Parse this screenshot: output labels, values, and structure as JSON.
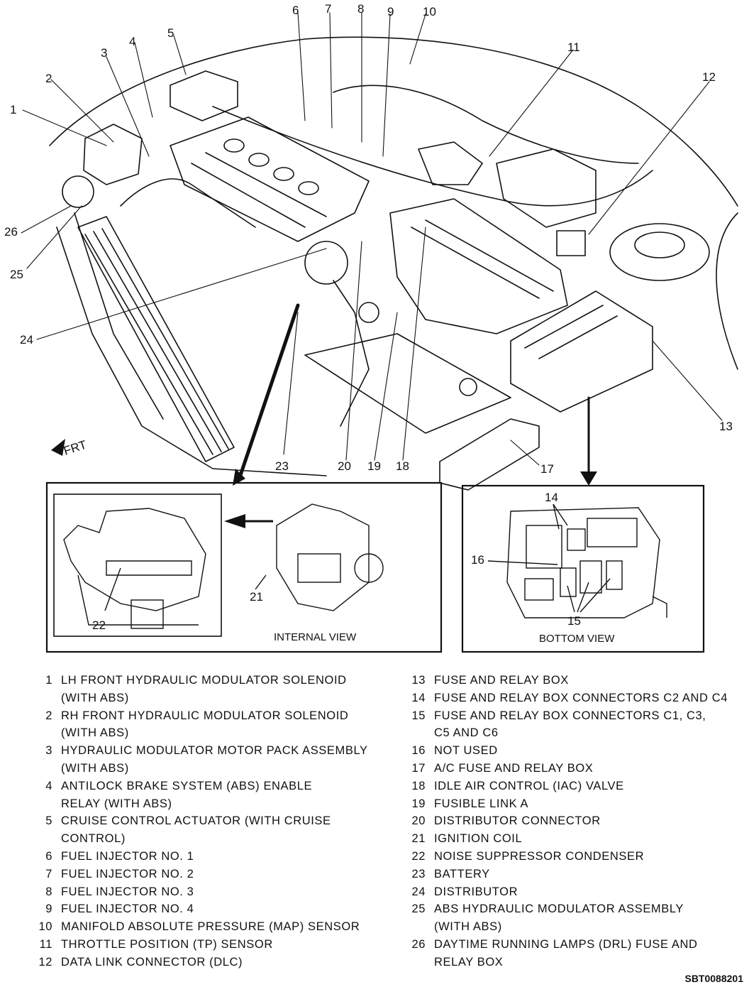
{
  "direction_label": "FRT",
  "callouts": [
    "1",
    "2",
    "3",
    "4",
    "5",
    "6",
    "7",
    "8",
    "9",
    "10",
    "11",
    "12",
    "13",
    "14",
    "15",
    "16",
    "17",
    "18",
    "19",
    "20",
    "21",
    "22",
    "23",
    "24",
    "25",
    "26"
  ],
  "insets": {
    "left": {
      "caption": "INTERNAL VIEW",
      "callouts": [
        "21",
        "22"
      ]
    },
    "right": {
      "caption": "BOTTOM VIEW",
      "callouts": [
        "14",
        "15",
        "16"
      ]
    }
  },
  "legend_left": [
    {
      "num": "1",
      "text": "LH FRONT HYDRAULIC MODULATOR SOLENOID\n(WITH ABS)"
    },
    {
      "num": "2",
      "text": "RH FRONT HYDRAULIC MODULATOR SOLENOID\n(WITH ABS)"
    },
    {
      "num": "3",
      "text": "HYDRAULIC MODULATOR MOTOR PACK ASSEMBLY\n(WITH ABS)"
    },
    {
      "num": "4",
      "text": "ANTILOCK BRAKE SYSTEM (ABS) ENABLE\nRELAY (WITH ABS)"
    },
    {
      "num": "5",
      "text": "CRUISE CONTROL ACTUATOR (WITH CRUISE\nCONTROL)"
    },
    {
      "num": "6",
      "text": "FUEL INJECTOR NO. 1"
    },
    {
      "num": "7",
      "text": "FUEL INJECTOR NO. 2"
    },
    {
      "num": "8",
      "text": "FUEL INJECTOR NO. 3"
    },
    {
      "num": "9",
      "text": "FUEL INJECTOR NO. 4"
    },
    {
      "num": "10",
      "text": "MANIFOLD ABSOLUTE PRESSURE (MAP) SENSOR"
    },
    {
      "num": "11",
      "text": "THROTTLE POSITION (TP) SENSOR"
    },
    {
      "num": "12",
      "text": "DATA LINK CONNECTOR (DLC)"
    }
  ],
  "legend_right": [
    {
      "num": "13",
      "text": "FUSE AND RELAY BOX"
    },
    {
      "num": "14",
      "text": "FUSE AND RELAY BOX CONNECTORS C2 AND C4"
    },
    {
      "num": "15",
      "text": "FUSE AND RELAY BOX CONNECTORS C1, C3,\nC5 AND C6"
    },
    {
      "num": "16",
      "text": "NOT USED"
    },
    {
      "num": "17",
      "text": "A/C FUSE AND RELAY BOX"
    },
    {
      "num": "18",
      "text": "IDLE AIR CONTROL (IAC) VALVE"
    },
    {
      "num": "19",
      "text": "FUSIBLE LINK A"
    },
    {
      "num": "20",
      "text": "DISTRIBUTOR CONNECTOR"
    },
    {
      "num": "21",
      "text": "IGNITION COIL"
    },
    {
      "num": "22",
      "text": "NOISE SUPPRESSOR CONDENSER"
    },
    {
      "num": "23",
      "text": "BATTERY"
    },
    {
      "num": "24",
      "text": "DISTRIBUTOR"
    },
    {
      "num": "25",
      "text": "ABS HYDRAULIC MODULATOR ASSEMBLY\n(WITH ABS)"
    },
    {
      "num": "26",
      "text": "DAYTIME RUNNING LAMPS (DRL) FUSE AND\nRELAY BOX"
    }
  ],
  "figure_code": "SBT0088201"
}
